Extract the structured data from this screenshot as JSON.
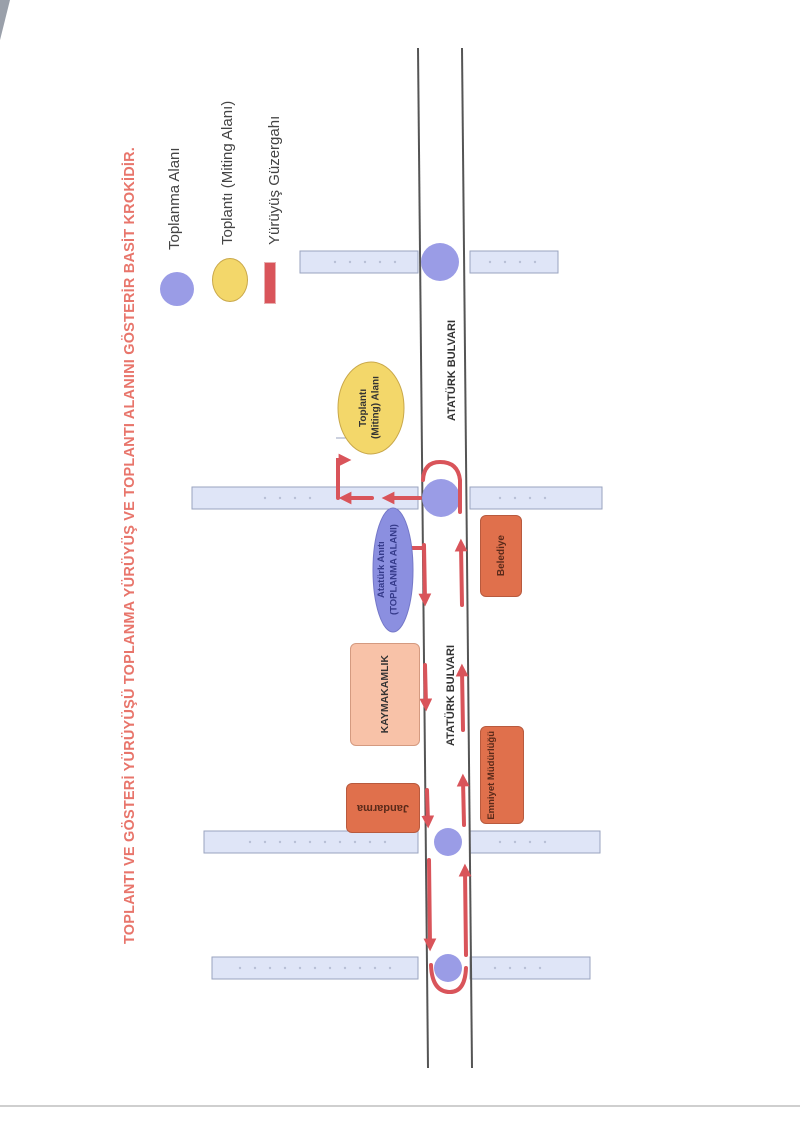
{
  "title": "TOPLANTI VE GÖSTERİ YÜRÜYÜŞÜ TOPLANMA YÜRÜYÜŞ VE TOPLANTI ALANINI GÖSTERİR BASİT KROKİDİR.",
  "legend": {
    "gathering": "Toplanma Alanı",
    "rally": "Toplantı (Miting Alanı)",
    "route": "Yürüyüş Güzergahı"
  },
  "street_label": "ATATÜRK BULVARI",
  "places": {
    "rally_area": "Toplantı (Miting) Alanı",
    "ataturk_monument": "Atatürk Anıtı (TOPLANMA ALANI)",
    "municipality": "Belediye",
    "district_governorate": "KAYMAKAMLIK",
    "police_directorate": "Emniyet Müdürlüğü",
    "gendarmerie": "Jandarma"
  },
  "colors": {
    "title": "#e8756b",
    "gathering": "#9a9ce6",
    "rally": "#f3d76a",
    "route": "#d9545a",
    "building_dark": "#e0704c",
    "building_light": "#f8c2a8",
    "cross_street": "#dfe5f7"
  }
}
